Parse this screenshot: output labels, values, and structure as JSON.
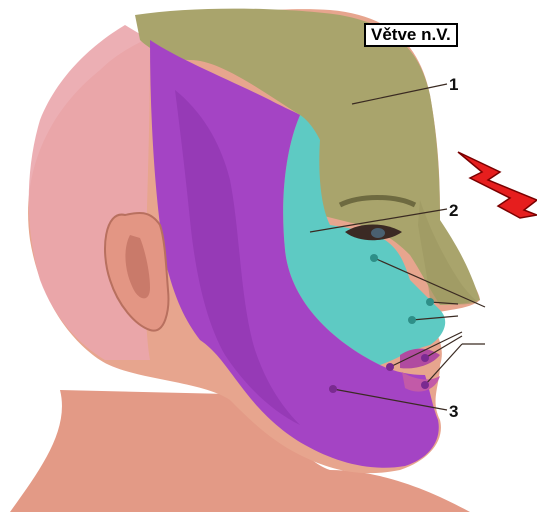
{
  "title": "Větve n.V.",
  "labels": {
    "branch1": "1",
    "branch2": "2",
    "branch3": "3"
  },
  "colors": {
    "skin": "#e7a58e",
    "skin_light": "#f2b7a6",
    "forehead": "#a8a36b",
    "maxillary": "#59c9c1",
    "mandibular": "#9a3fc0",
    "pink_back": "#e0a0b8",
    "lightning": "#e61e1e",
    "line": "#3a2a22"
  },
  "icons": {
    "pain": "lightning-bolt-icon"
  }
}
